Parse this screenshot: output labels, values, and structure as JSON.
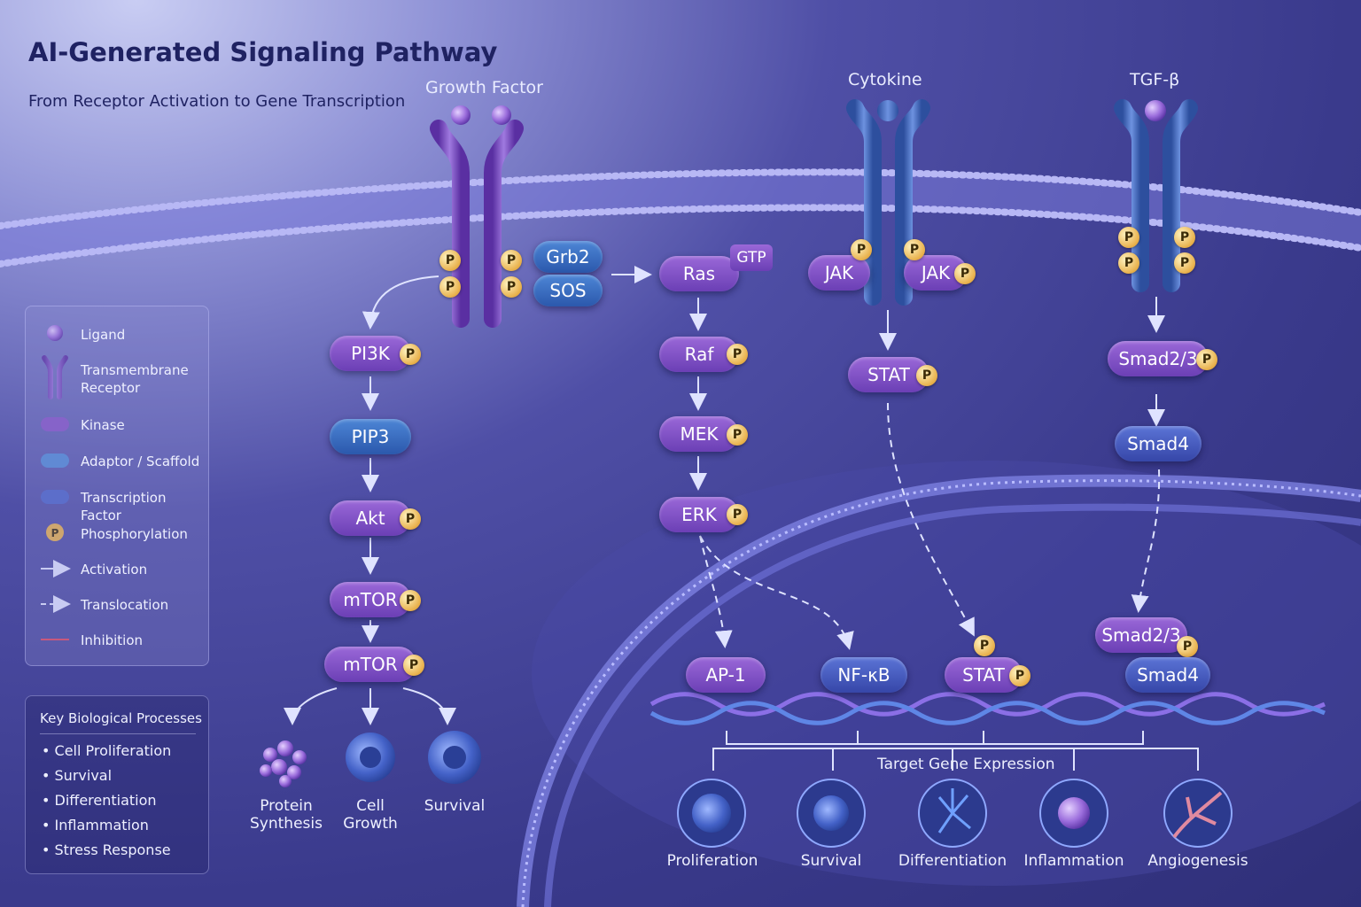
{
  "title": "AI-Generated Signaling Pathway",
  "subtitle": "From Receptor Activation to Gene Transcription",
  "ligands": {
    "growth_factor": "Growth Factor",
    "cytokine": "Cytokine",
    "tgf_beta": "TGF-β"
  },
  "p_symbol": "P",
  "nodes": {
    "grb2": "Grb2",
    "sos": "SOS",
    "pi3k": "PI3K",
    "pip3": "PIP3",
    "akt": "Akt",
    "mtor": "mTOR",
    "mtor2": "mTOR",
    "ras": "Ras",
    "gtp": "GTP",
    "raf": "Raf",
    "mek": "MEK",
    "erk": "ERK",
    "jak": "JAK",
    "stat": "STAT",
    "smad23": "Smad2/3",
    "smad4": "Smad4"
  },
  "nuclear": {
    "ap1": "AP-1",
    "nfkb": "NF-κB",
    "stat": "STAT",
    "smad23": "Smad2/3",
    "smad4": "Smad4"
  },
  "mtor_outputs": [
    "Protein Synthesis",
    "Cell Growth",
    "Survival"
  ],
  "target_gene_label": "Target Gene Expression",
  "gene_outputs": [
    "Proliferation",
    "Survival",
    "Differentiation",
    "Inflammation",
    "Angiogenesis"
  ],
  "legend": [
    "Ligand",
    "Transmembrane Receptor",
    "Kinase",
    "Adaptor / Scaffold",
    "Transcription Factor",
    "Phosphorylation",
    "Activation",
    "Translocation",
    "Inhibition"
  ],
  "processes": {
    "title": "Key Biological Processes",
    "items": [
      "• Cell Proliferation",
      "• Survival",
      "• Differentiation",
      "• Inflammation",
      "• Stress Response"
    ]
  },
  "colors": {
    "kinase": "#8454c6",
    "adaptor": "#4f8ad6",
    "transcription_factor": "#4a63c8",
    "phosphorylation": "#e8b04a",
    "inhibition": "#e0455e"
  }
}
